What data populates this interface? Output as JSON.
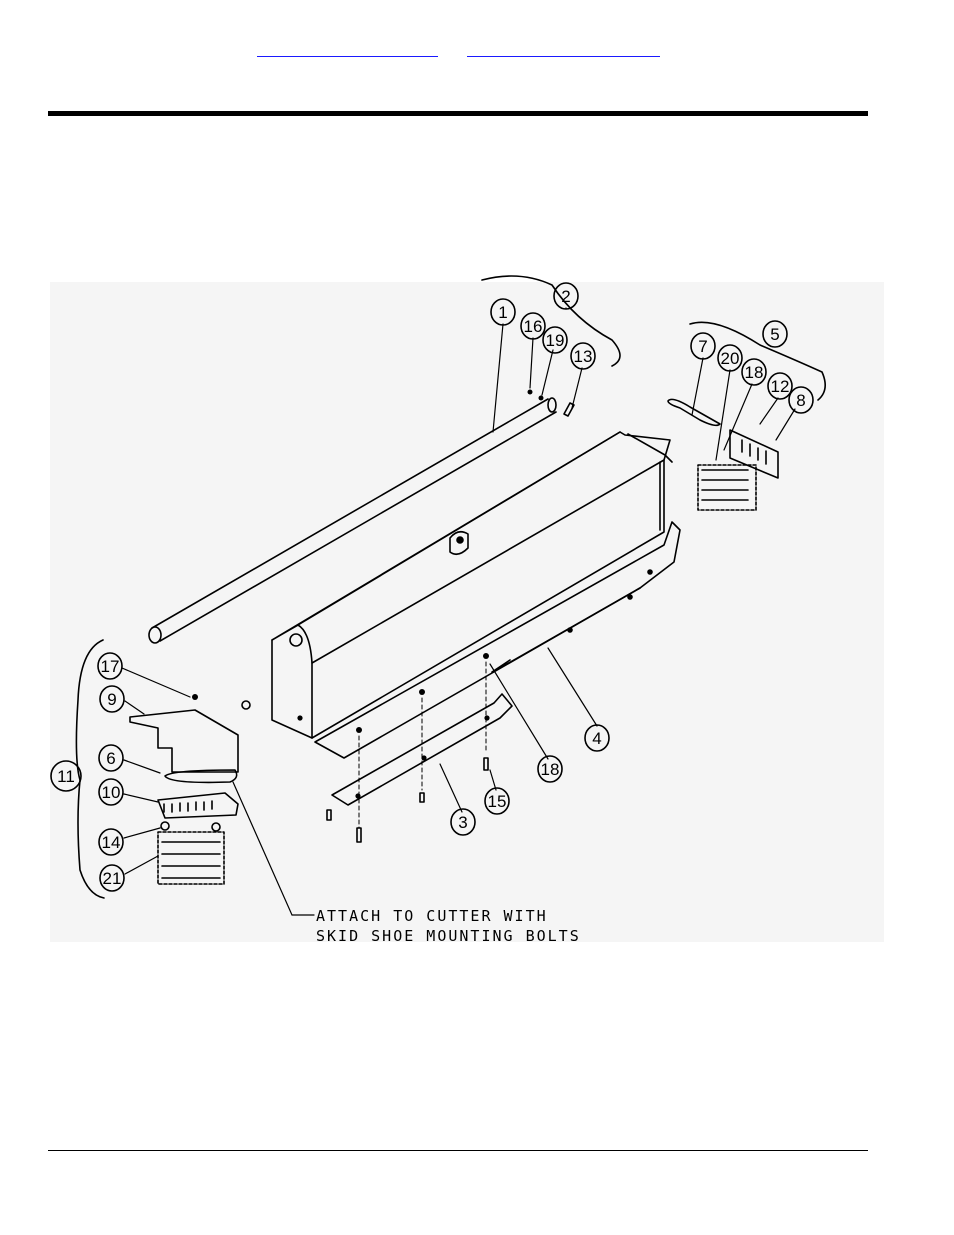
{
  "header": {
    "links": [
      {
        "label": ""
      },
      {
        "label": ""
      }
    ]
  },
  "diagram": {
    "callouts": [
      "1",
      "2",
      "3",
      "4",
      "5",
      "6",
      "7",
      "8",
      "9",
      "10",
      "11",
      "12",
      "13",
      "14",
      "15",
      "16",
      "17",
      "18",
      "18",
      "19",
      "20",
      "21"
    ],
    "note_line1": "ATTACH TO CUTTER WITH",
    "note_line2": "SKID SHOE MOUNTING BOLTS"
  }
}
